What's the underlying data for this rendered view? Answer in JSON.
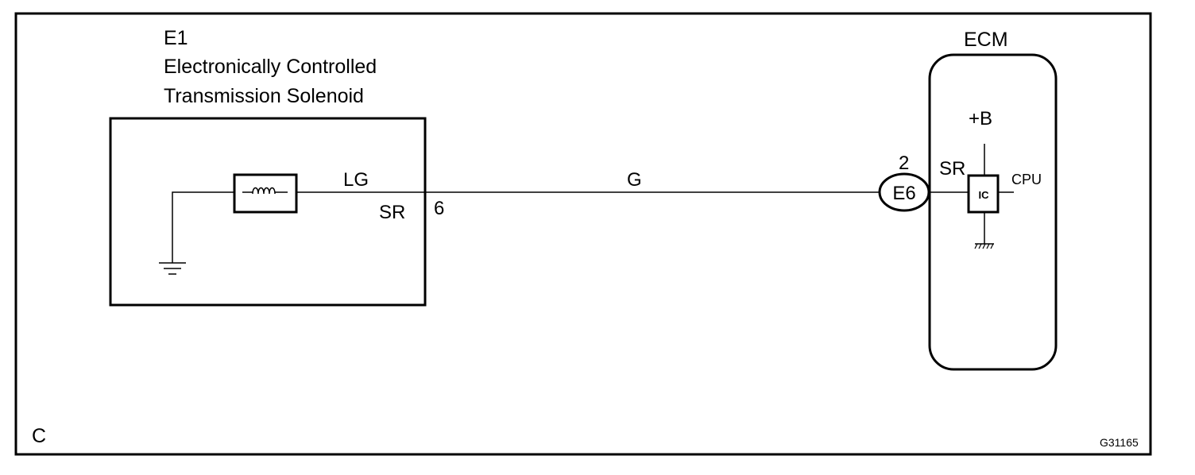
{
  "corner_label": "C",
  "figure_code": "G31165",
  "component_e1": {
    "id": "E1",
    "name_line1": "Electronically Controlled",
    "name_line2": "Transmission Solenoid",
    "wire_color": "LG",
    "terminal_name": "SR",
    "pin_number": "6"
  },
  "wire": {
    "color": "G"
  },
  "ecm": {
    "title": "ECM",
    "connector_id": "E6",
    "pin_number": "2",
    "terminal_name": "SR",
    "supply_label": "+B",
    "ic_label": "IC",
    "output_label": "CPU"
  }
}
